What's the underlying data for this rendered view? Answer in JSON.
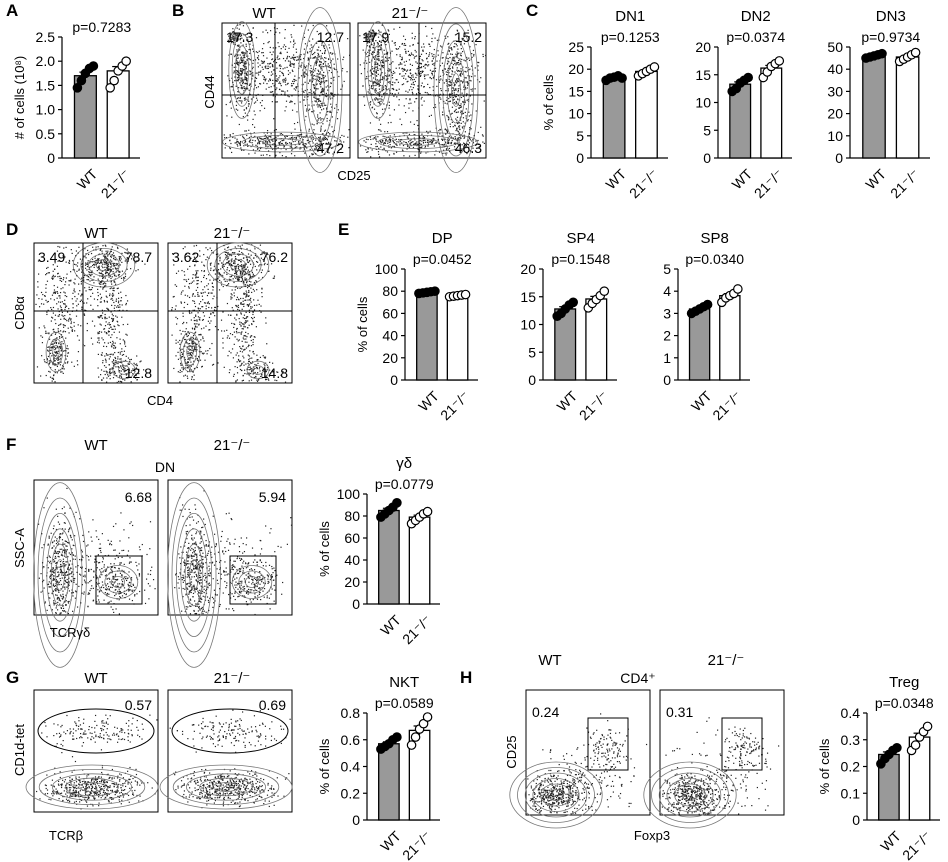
{
  "panels": {
    "A": {
      "letter": "A"
    },
    "B": {
      "letter": "B",
      "wt": "WT",
      "ko": "21⁻/⁻",
      "xaxis": "CD25",
      "yaxis": "CD44",
      "wt_q": [
        "17.3",
        "12.7",
        "47.2"
      ],
      "ko_q": [
        "17.9",
        "15.2",
        "46.3"
      ]
    },
    "C": {
      "letter": "C"
    },
    "D": {
      "letter": "D",
      "wt": "WT",
      "ko": "21⁻/⁻",
      "xaxis": "CD4",
      "yaxis": "CD8α",
      "wt_q": [
        "3.49",
        "78.7",
        "12.8"
      ],
      "ko_q": [
        "3.62",
        "76.2",
        "14.8"
      ]
    },
    "E": {
      "letter": "E"
    },
    "F": {
      "letter": "F",
      "wt": "WT",
      "ko": "21⁻/⁻",
      "gate": "DN",
      "xaxis": "TCRγδ",
      "yaxis": "SSC-A",
      "wt_v": "6.68",
      "ko_v": "5.94"
    },
    "G": {
      "letter": "G",
      "wt": "WT",
      "ko": "21⁻/⁻",
      "xaxis": "TCRβ",
      "yaxis": "CD1d-tet",
      "wt_v": "0.57",
      "ko_v": "0.69"
    },
    "H": {
      "letter": "H",
      "wt": "WT",
      "ko": "21⁻/⁻",
      "gate": "CD4⁺",
      "xaxis": "Foxp3",
      "yaxis": "CD25",
      "wt_v": "0.24",
      "ko_v": "0.31"
    }
  },
  "colors": {
    "wt_bar": "#999999",
    "ko_bar": "#ffffff",
    "axis": "#000000",
    "flow": "#222222"
  },
  "chart_data": [
    {
      "id": "A",
      "type": "bar",
      "title": "",
      "pvalue": "p=0.7283",
      "ylabel": "# of cells (10⁸)",
      "categories": [
        "WT",
        "21⁻/⁻"
      ],
      "values": [
        1.7,
        1.8
      ],
      "ylim": [
        0,
        2.5
      ],
      "yticks": [
        "0",
        "0.5",
        "1.0",
        "1.5",
        "2.0",
        "2.5"
      ],
      "points": [
        [
          1.45,
          1.6,
          1.75,
          1.85,
          1.9
        ],
        [
          1.45,
          1.6,
          1.8,
          1.9,
          2.0
        ]
      ]
    },
    {
      "id": "C1",
      "type": "bar",
      "title": "DN1",
      "pvalue": "p=0.1253",
      "ylabel": "% of cells",
      "categories": [
        "WT",
        "21⁻/⁻"
      ],
      "values": [
        18,
        19.5
      ],
      "ylim": [
        0,
        25
      ],
      "yticks": [
        "0",
        "5",
        "10",
        "15",
        "20",
        "25"
      ],
      "points": [
        [
          17.5,
          18,
          18.2,
          18.5,
          18
        ],
        [
          18.5,
          19,
          19.5,
          20,
          20.5
        ]
      ]
    },
    {
      "id": "C2",
      "type": "bar",
      "title": "DN2",
      "pvalue": "p=0.0374",
      "ylabel": "",
      "categories": [
        "WT",
        "21⁻/⁻"
      ],
      "values": [
        13.3,
        16.2
      ],
      "ylim": [
        0,
        20
      ],
      "yticks": [
        "0",
        "5",
        "10",
        "15",
        "20"
      ],
      "points": [
        [
          12,
          12.5,
          13.5,
          14,
          14.5
        ],
        [
          14.5,
          15.5,
          16.5,
          17,
          17.5
        ]
      ]
    },
    {
      "id": "C3",
      "type": "bar",
      "title": "DN3",
      "pvalue": "p=0.9734",
      "ylabel": "",
      "categories": [
        "WT",
        "21⁻/⁻"
      ],
      "values": [
        46,
        45.5
      ],
      "ylim": [
        0,
        50
      ],
      "yticks": [
        "0",
        "10",
        "20",
        "30",
        "40",
        "50"
      ],
      "points": [
        [
          45,
          45.5,
          46,
          46.5,
          47
        ],
        [
          43.5,
          44.5,
          45.5,
          46.5,
          47.5
        ]
      ]
    },
    {
      "id": "E1",
      "type": "bar",
      "title": "DP",
      "pvalue": "p=0.0452",
      "ylabel": "% of cells",
      "categories": [
        "WT",
        "21⁻/⁻"
      ],
      "values": [
        79,
        76
      ],
      "ylim": [
        0,
        100
      ],
      "yticks": [
        "0",
        "20",
        "40",
        "60",
        "80",
        "100"
      ],
      "points": [
        [
          78,
          78.5,
          79,
          79.5,
          80
        ],
        [
          75,
          75.5,
          76,
          76.5,
          77
        ]
      ]
    },
    {
      "id": "E2",
      "type": "bar",
      "title": "SP4",
      "pvalue": "p=0.1548",
      "ylabel": "",
      "categories": [
        "WT",
        "21⁻/⁻"
      ],
      "values": [
        12.8,
        14.6
      ],
      "ylim": [
        0,
        20
      ],
      "yticks": [
        "0",
        "5",
        "10",
        "15",
        "20"
      ],
      "points": [
        [
          11.5,
          12,
          12.8,
          13.5,
          14
        ],
        [
          13,
          13.8,
          14.5,
          15.2,
          16
        ]
      ]
    },
    {
      "id": "E3",
      "type": "bar",
      "title": "SP8",
      "pvalue": "p=0.0340",
      "ylabel": "",
      "categories": [
        "WT",
        "21⁻/⁻"
      ],
      "values": [
        3.2,
        3.8
      ],
      "ylim": [
        0,
        5
      ],
      "yticks": [
        "0",
        "1",
        "2",
        "3",
        "4",
        "5"
      ],
      "points": [
        [
          3.0,
          3.1,
          3.2,
          3.3,
          3.4
        ],
        [
          3.5,
          3.7,
          3.8,
          3.9,
          4.1
        ]
      ]
    },
    {
      "id": "F",
      "type": "bar",
      "title": "γδ",
      "pvalue": "p=0.0779",
      "ylabel": "% of cells",
      "categories": [
        "WT",
        "21⁻/⁻"
      ],
      "values": [
        85,
        79
      ],
      "ylim": [
        0,
        100
      ],
      "yticks": [
        "0",
        "20",
        "40",
        "60",
        "80",
        "100"
      ],
      "points": [
        [
          79,
          82,
          85,
          88,
          92
        ],
        [
          73,
          76,
          79,
          82,
          84
        ]
      ]
    },
    {
      "id": "G",
      "type": "bar",
      "title": "NKT",
      "pvalue": "p=0.0589",
      "ylabel": "% of cells",
      "categories": [
        "WT",
        "21⁻/⁻"
      ],
      "values": [
        0.57,
        0.67
      ],
      "ylim": [
        0,
        0.8
      ],
      "yticks": [
        "0",
        "0.2",
        "0.4",
        "0.6",
        "0.8"
      ],
      "points": [
        [
          0.53,
          0.55,
          0.57,
          0.6,
          0.62
        ],
        [
          0.56,
          0.62,
          0.68,
          0.72,
          0.77
        ]
      ]
    },
    {
      "id": "H",
      "type": "bar",
      "title": "Treg",
      "pvalue": "p=0.0348",
      "ylabel": "% of cells",
      "categories": [
        "WT",
        "21⁻/⁻"
      ],
      "values": [
        0.245,
        0.31
      ],
      "ylim": [
        0,
        0.4
      ],
      "yticks": [
        "0",
        "0.1",
        "0.2",
        "0.3",
        "0.4"
      ],
      "points": [
        [
          0.21,
          0.23,
          0.245,
          0.26,
          0.27
        ],
        [
          0.26,
          0.28,
          0.31,
          0.33,
          0.35
        ]
      ]
    }
  ]
}
